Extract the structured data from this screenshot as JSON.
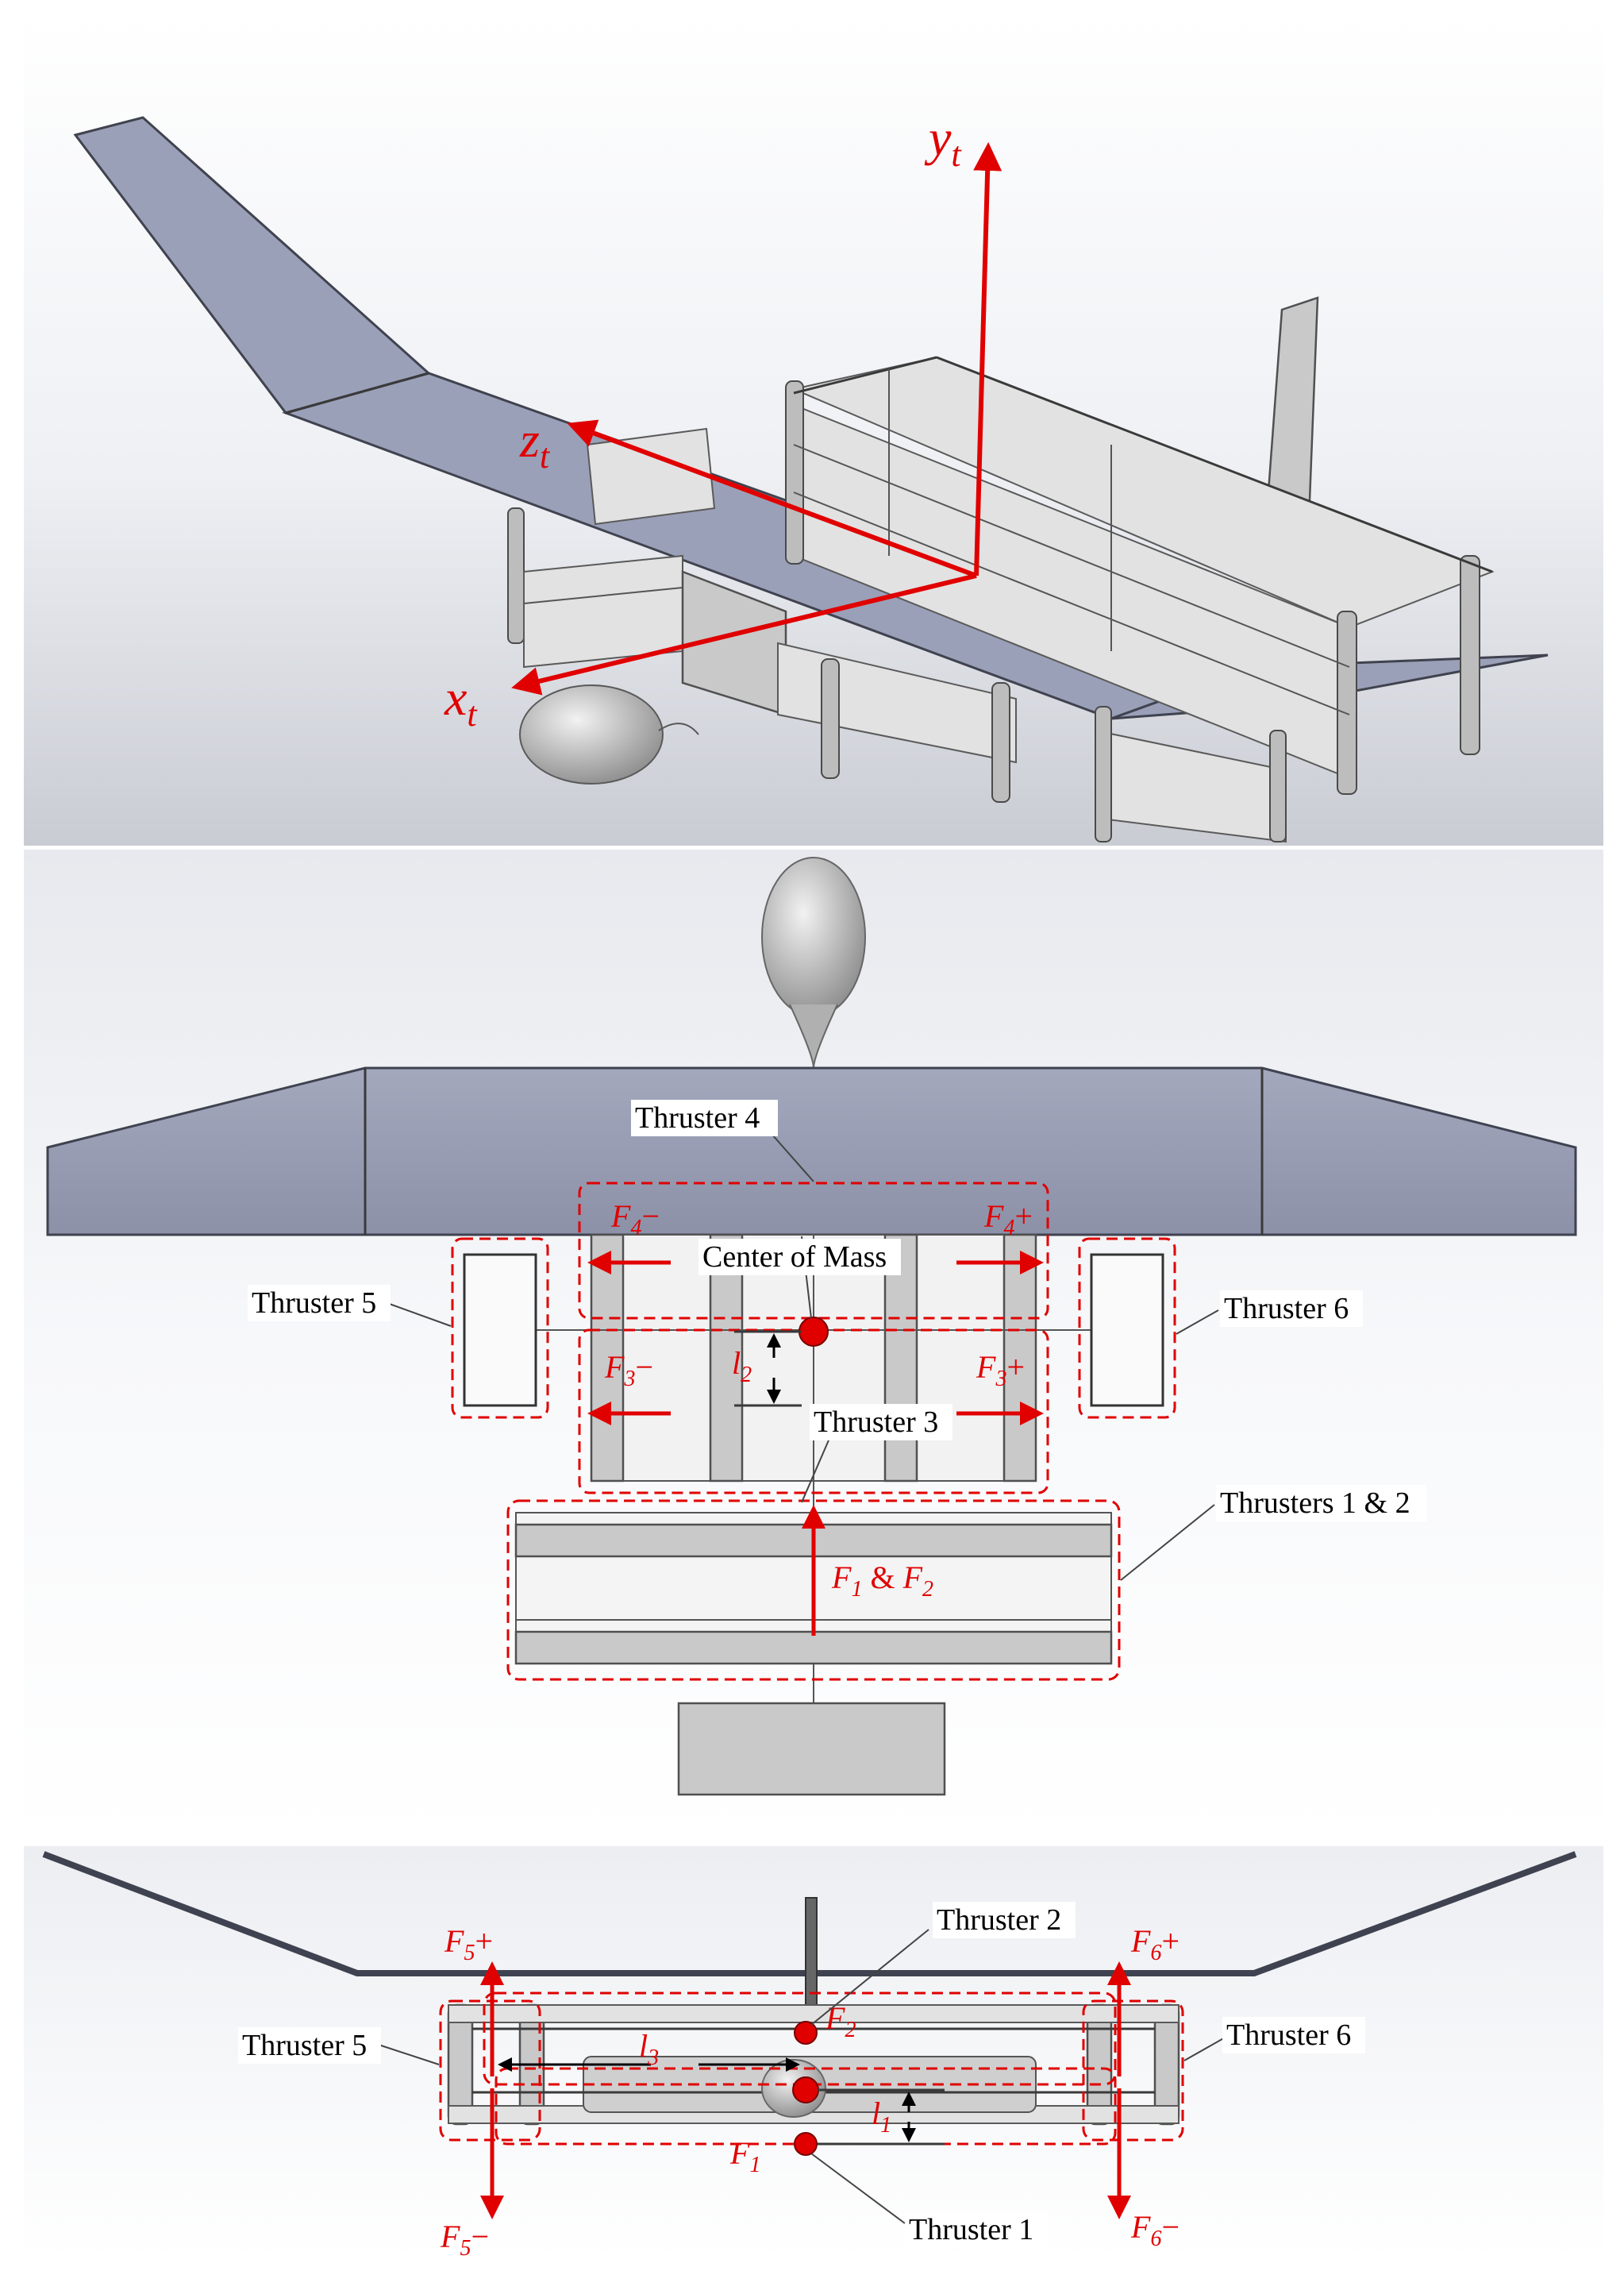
{
  "panel1": {
    "axes": {
      "y_main": "y",
      "y_sub": "t",
      "z_main": "z",
      "z_sub": "t",
      "x_main": "x",
      "x_sub": "t"
    }
  },
  "panel2": {
    "labels": {
      "thruster4": "Thruster 4",
      "thruster5": "Thruster 5",
      "thruster6": "Thruster 6",
      "thruster3": "Thruster 3",
      "thrusters12": "Thrusters 1 & 2",
      "center_of_mass": "Center of Mass"
    },
    "forces": {
      "f4_minus": {
        "main": "F",
        "sub": "4",
        "sign": "−"
      },
      "f4_plus": {
        "main": "F",
        "sub": "4",
        "sign": "+"
      },
      "f3_minus": {
        "main": "F",
        "sub": "3",
        "sign": "−"
      },
      "f3_plus": {
        "main": "F",
        "sub": "3",
        "sign": "+"
      },
      "f12": {
        "main1": "F",
        "sub1": "1",
        "amp": " & ",
        "main2": "F",
        "sub2": "2"
      }
    },
    "dimension": {
      "main": "l",
      "sub": "2"
    }
  },
  "panel3": {
    "labels": {
      "thruster2": "Thruster 2",
      "thruster5": "Thruster 5",
      "thruster6": "Thruster 6",
      "thruster1": "Thruster 1"
    },
    "forces": {
      "f5_plus": {
        "main": "F",
        "sub": "5",
        "sign": "+"
      },
      "f5_minus": {
        "main": "F",
        "sub": "5",
        "sign": "−"
      },
      "f6_plus": {
        "main": "F",
        "sub": "6",
        "sign": "+"
      },
      "f6_minus": {
        "main": "F",
        "sub": "6",
        "sign": "−"
      },
      "f2": {
        "main": "F",
        "sub": "2"
      },
      "f1": {
        "main": "F",
        "sub": "1"
      }
    },
    "dimensions": {
      "l3": {
        "main": "l",
        "sub": "3"
      },
      "l1": {
        "main": "l",
        "sub": "1"
      }
    }
  }
}
